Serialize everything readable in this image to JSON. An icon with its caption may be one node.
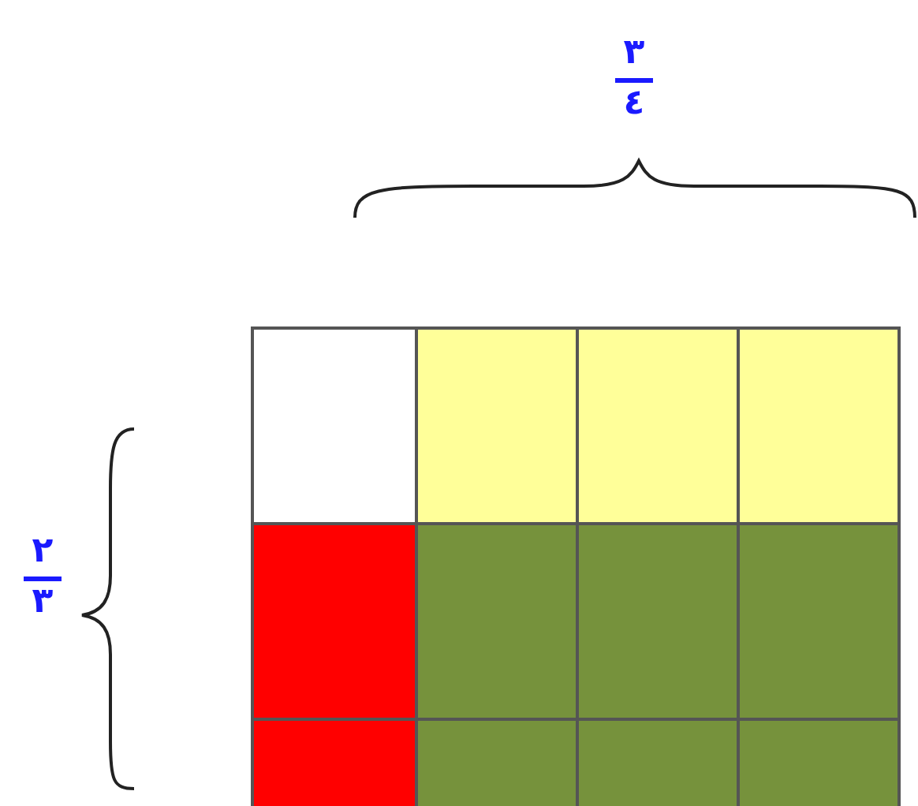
{
  "diagram": {
    "labels": [
      "٣",
      "٤",
      "٢",
      "٣"
    ]
  }
}
